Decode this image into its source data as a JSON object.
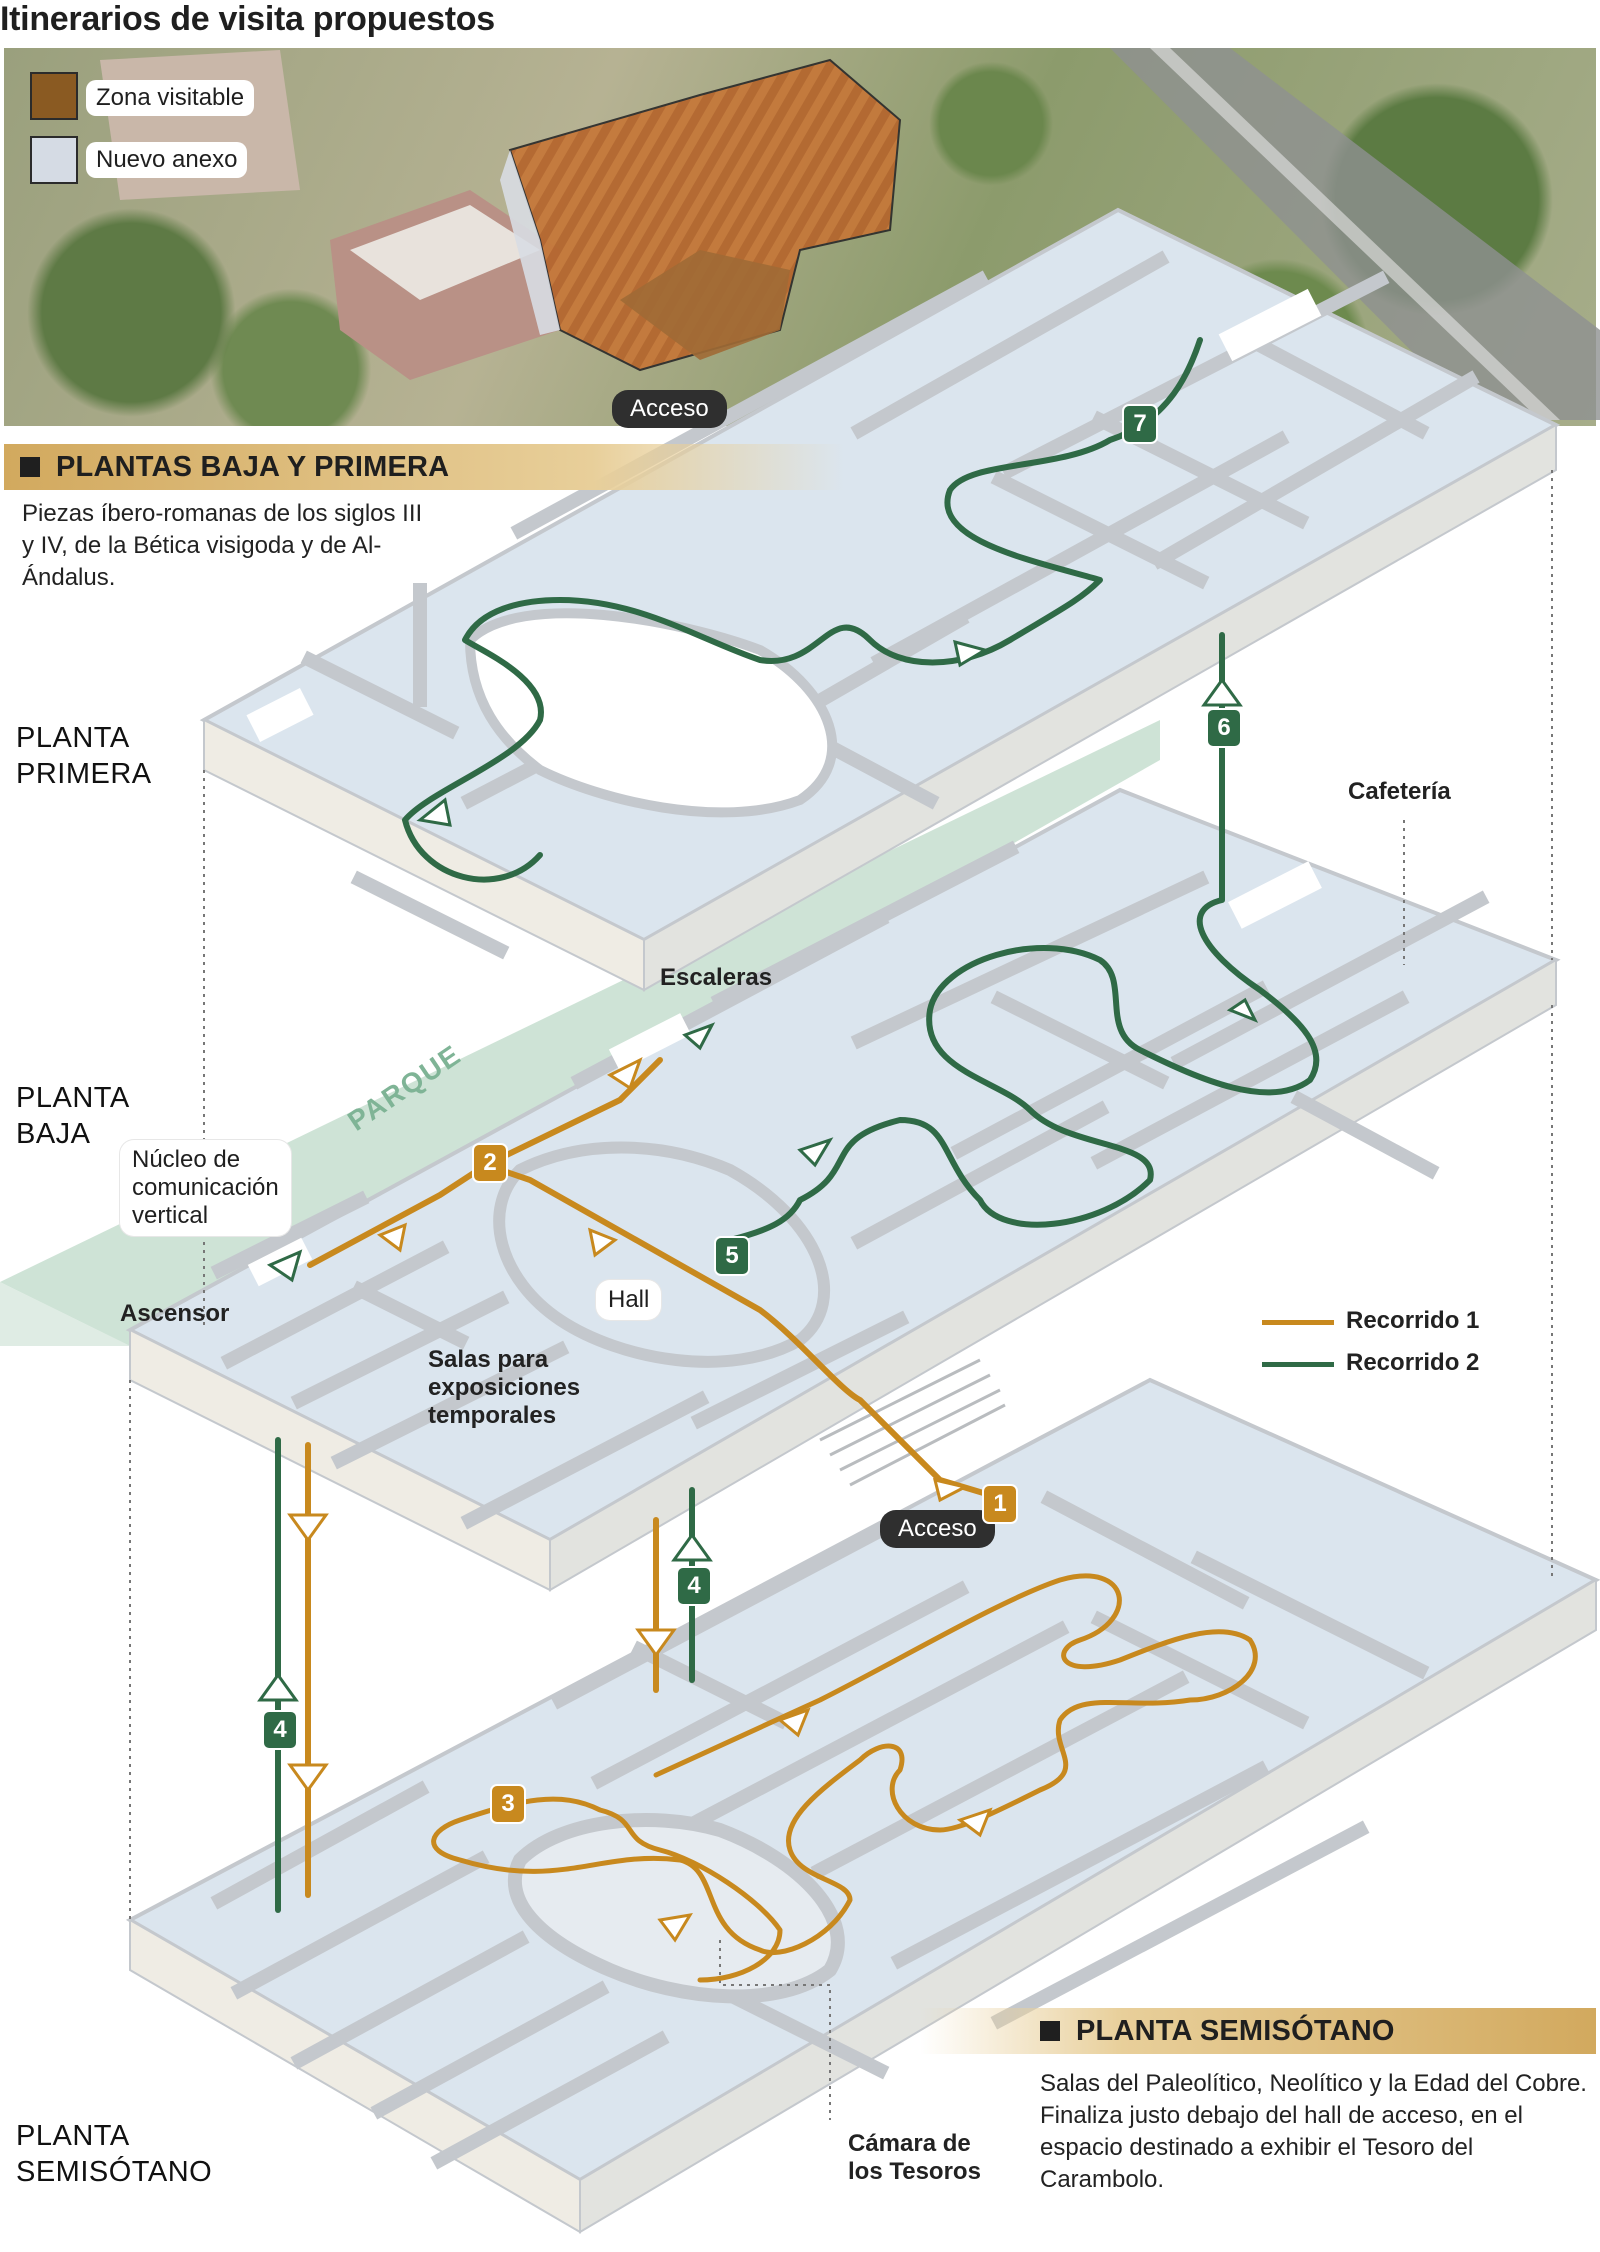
{
  "title": "Itinerarios de visita propuestos",
  "aerial": {
    "legend": [
      {
        "label": "Zona visitable",
        "color": "#8a5a22"
      },
      {
        "label": "Nuevo anexo",
        "color": "#d5dbe4"
      }
    ],
    "access_label": "Acceso"
  },
  "section_upper": {
    "heading": "PLANTAS BAJA Y PRIMERA",
    "description": "Piezas íbero-romanas de los siglos III y IV, de la Bética visigoda y de Al-Ándalus."
  },
  "section_lower": {
    "heading": "PLANTA SEMISÓTANO",
    "description": "Salas del Paleolítico, Neolítico y la Edad del Cobre. Finaliza justo debajo del hall de acceso, en el espacio destinado a exhibir el Tesoro del Carambolo."
  },
  "floors": {
    "primera": [
      "PLANTA",
      "PRIMERA"
    ],
    "baja": [
      "PLANTA",
      "BAJA"
    ],
    "semisotano": [
      "PLANTA",
      "SEMISÓTANO"
    ]
  },
  "labels": {
    "cafeteria": "Cafetería",
    "escaleras": "Escaleras",
    "parque": "PARQUE",
    "nucleo": [
      "Núcleo de",
      "comunicación",
      "vertical"
    ],
    "ascensor": "Ascensor",
    "hall": "Hall",
    "salas": [
      "Salas para",
      "exposiciones",
      "temporales"
    ],
    "acceso": "Acceso",
    "camara": [
      "Cámara de",
      "los Tesoros"
    ]
  },
  "route_legend": [
    {
      "label": "Recorrido 1",
      "color": "#c8891e"
    },
    {
      "label": "Recorrido 2",
      "color": "#2f6a46"
    }
  ],
  "route_markers": {
    "one": "1",
    "two": "2",
    "three": "3",
    "four_left": "4",
    "four_right": "4",
    "five": "5",
    "six": "6",
    "seven": "7"
  },
  "colors": {
    "orange_route": "#c8891e",
    "green_route": "#2f6a46",
    "floor_plate": "#dbe5ee",
    "wall": "#c4c8cd",
    "park": "#c9e0d2",
    "banner": "#d2a95e"
  }
}
